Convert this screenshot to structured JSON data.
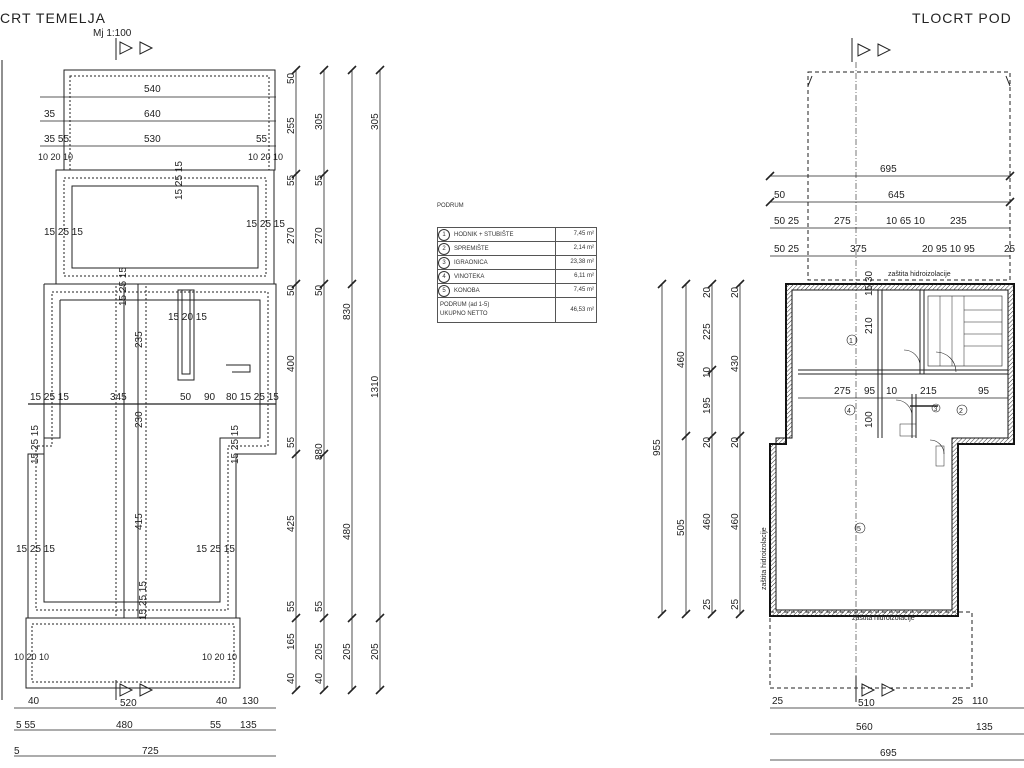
{
  "titles": {
    "left": "CRT  TEMELJA",
    "right": "TLOCRT  POD",
    "scale": "Mj 1:100"
  },
  "legend": {
    "heading": "PODRUM",
    "rows": [
      {
        "num": "1",
        "name": "HODNIK + STUBIŠTE",
        "area": "7,45 m²"
      },
      {
        "num": "2",
        "name": "SPREMIŠTE",
        "area": "2,14 m²"
      },
      {
        "num": "3",
        "name": "IGRAONICA",
        "area": "23,38 m²"
      },
      {
        "num": "4",
        "name": "VINOTEKA",
        "area": "6,11 m²"
      },
      {
        "num": "5",
        "name": "KONOBA",
        "area": "7,45 m²"
      }
    ],
    "total_line1": "PODRUM (ad 1-5)",
    "total_line2": "UKUPNO NETTO",
    "total_area": "46,53 m²"
  },
  "left_dims": {
    "top_540": "540",
    "top_640": "640",
    "top_530": "530",
    "l35": "35",
    "l3555": "35 55",
    "l1020": "10 20 10",
    "r55": "55",
    "r1020": "10 20 10",
    "r50a": "50",
    "r255": "255",
    "r305a": "305",
    "r305b": "305",
    "r55a": "55",
    "r55b": "55",
    "r270a": "270",
    "r270b": "270",
    "r50b": "50",
    "r50c": "50",
    "r400": "400",
    "r830": "830",
    "r1310": "1310",
    "r55c": "55",
    "r880": "880",
    "r425": "425",
    "r480": "480",
    "r55d": "55",
    "r55e": "55",
    "r165": "165",
    "r205a": "205",
    "r205b": "205",
    "r205c": "205",
    "r40a": "40",
    "r40b": "40",
    "i1525a": "15 25 15",
    "i1525b": "15 25 15",
    "i1525c": "15 25 15",
    "i1525d": "15 25 15",
    "i1525e": "15 25 15",
    "i1525f": "15 25 15",
    "i1525g": "15 25 15",
    "i1525h": "15 25 15",
    "i1520": "15 20 15",
    "i235": "235",
    "i345": "345",
    "i50": "50",
    "i90": "90",
    "i80": "80 15 25 15",
    "i230": "230",
    "i415": "415",
    "ib1020a": "10 20 10",
    "ib1020b": "10 20 10",
    "b40a": "40",
    "b520": "520",
    "b40b": "40",
    "b130": "130",
    "b555": "5 55",
    "b480": "480",
    "b55": "55",
    "b135": "135",
    "b5": "5",
    "b725": "725"
  },
  "right_dims": {
    "t695": "695",
    "t50": "50",
    "t645": "645",
    "r5025a": "50 25",
    "r275": "275",
    "r1065": "10 65 10",
    "r235": "235",
    "r5025b": "50 25",
    "r375": "375",
    "r2095": "20  95  10  95",
    "r25": "25",
    "hidro1": "zaštita hidroizolacije",
    "l20a": "20",
    "l20b": "20",
    "l225": "225",
    "l460a": "460",
    "l10": "10",
    "l430": "430",
    "l955": "955",
    "l195": "195",
    "l20c": "20",
    "l20d": "20",
    "l505": "505",
    "l460b": "460",
    "l460c": "460",
    "l25a": "25",
    "l25b": "25",
    "i210": "210",
    "i275": "275",
    "i95a": "95",
    "i10": "10",
    "i215": "215",
    "i95b": "95",
    "i100": "100",
    "i1530": "15 30",
    "hidro2": "zaštita hidroizolacije",
    "hidro3": "zaštita hidroizolacije",
    "b25a": "25",
    "b510": "510",
    "b25b": "25",
    "b110": "110",
    "b560": "560",
    "b135": "135",
    "b695": "695",
    "room1": "1",
    "room2": "2",
    "room3": "3",
    "room4": "4",
    "room5": "5"
  }
}
